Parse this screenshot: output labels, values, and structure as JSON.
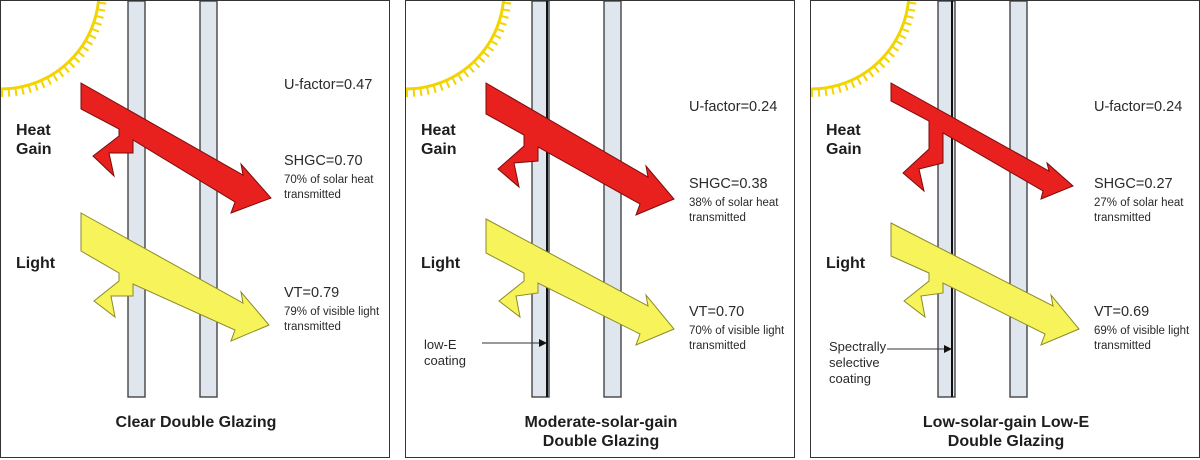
{
  "colors": {
    "heat": "#e8201e",
    "light": "#f6f35b",
    "sun": "#f2d400",
    "glass": "#dfe6ee"
  },
  "panels": [
    {
      "title": [
        "Clear Double Glazing"
      ],
      "u_factor": "U-factor=0.47",
      "heat_label": [
        "Heat",
        "Gain"
      ],
      "light_label": "Light",
      "shgc": "SHGC=0.70",
      "shgc_note": "70% of solar heat transmitted",
      "vt": "VT=0.79",
      "vt_note": "79% of visible light transmitted",
      "coating_note": []
    },
    {
      "title": [
        "Moderate-solar-gain",
        "Double Glazing"
      ],
      "u_factor": "U-factor=0.24",
      "heat_label": [
        "Heat",
        "Gain"
      ],
      "light_label": "Light",
      "shgc": "SHGC=0.38",
      "shgc_note": "38% of solar heat transmitted",
      "vt": "VT=0.70",
      "vt_note": "70% of visible light transmitted",
      "coating_note": [
        "low-E",
        "coating"
      ]
    },
    {
      "title": [
        "Low-solar-gain Low-E",
        "Double Glazing"
      ],
      "u_factor": "U-factor=0.24",
      "heat_label": [
        "Heat",
        "Gain"
      ],
      "light_label": "Light",
      "shgc": "SHGC=0.27",
      "shgc_note": "27% of solar heat transmitted",
      "vt": "VT=0.69",
      "vt_note": "69% of visible light transmitted",
      "coating_note": [
        "Spectrally",
        "selective",
        "coating"
      ]
    }
  ]
}
